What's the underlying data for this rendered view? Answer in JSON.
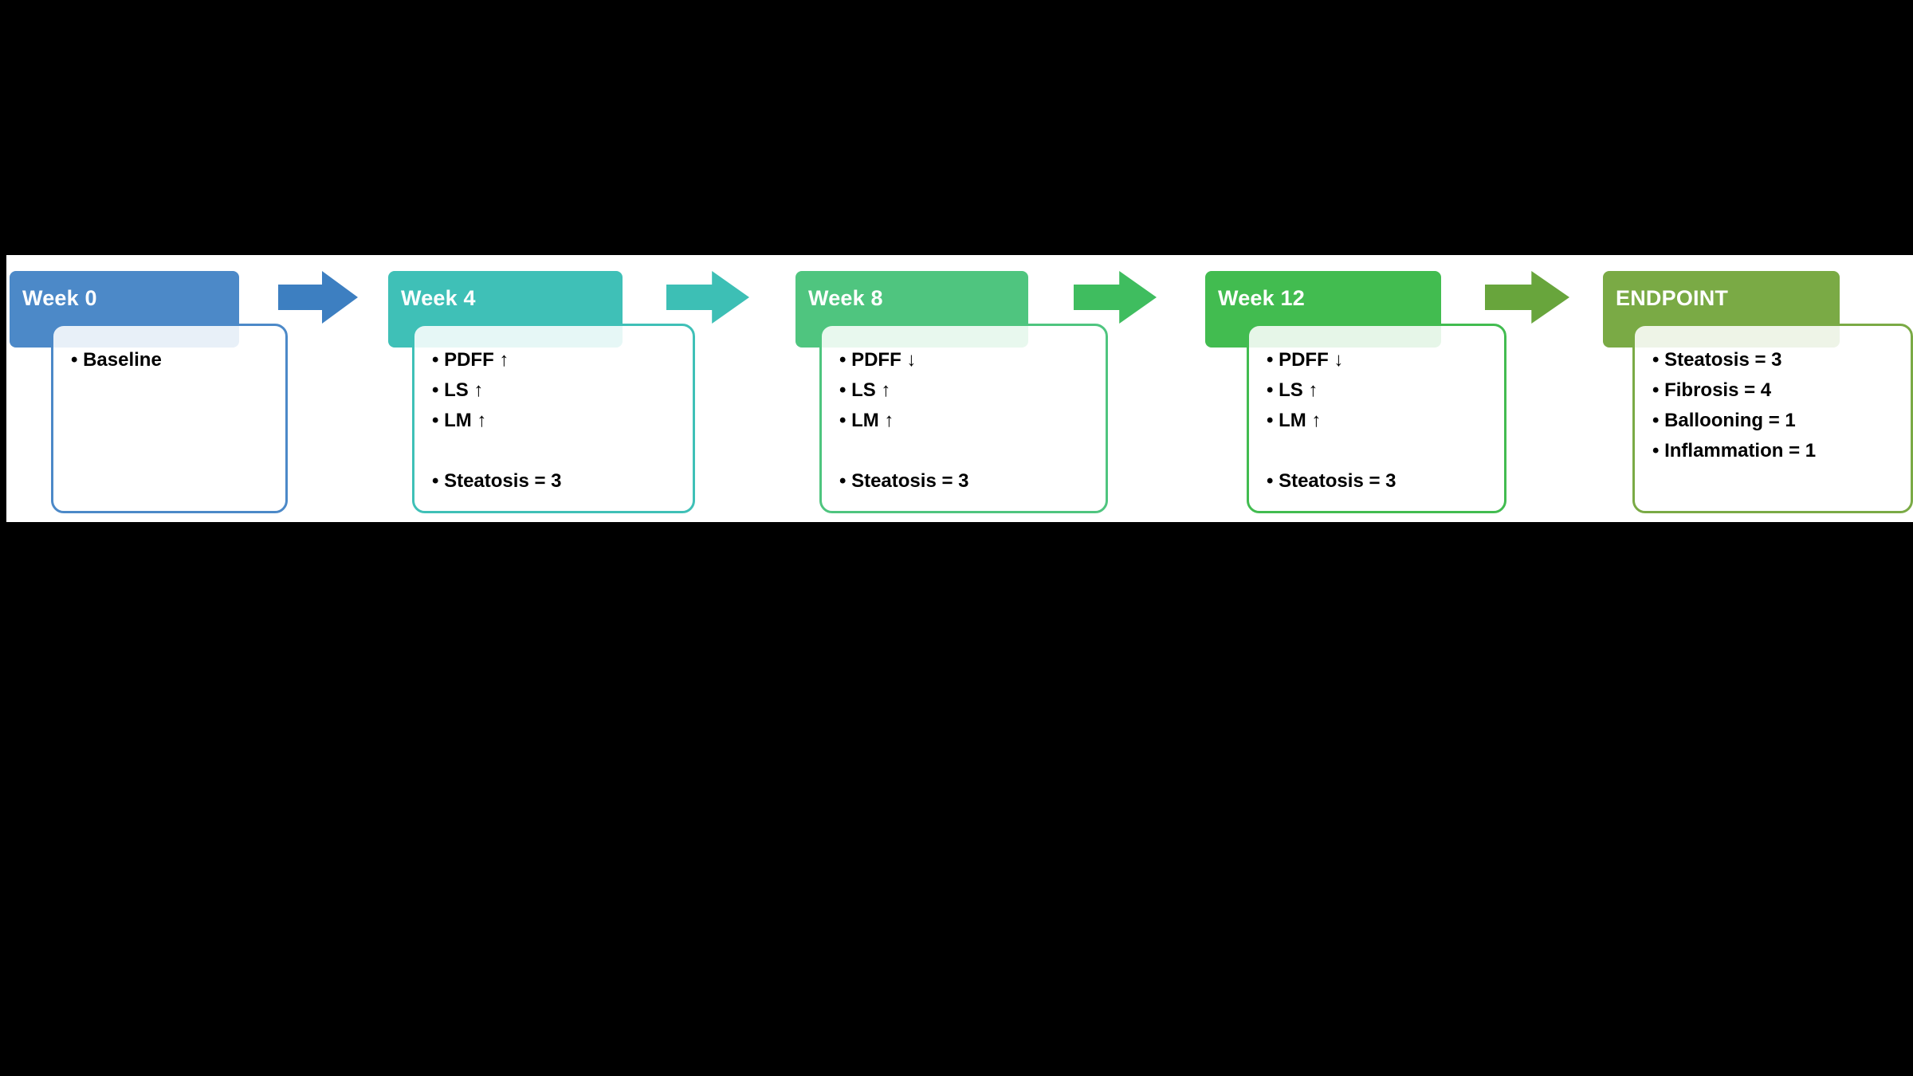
{
  "diagram": {
    "background_color": "#000000",
    "band_color": "#FFFFFF",
    "stages": [
      {
        "label": "Week 0",
        "color": "#4C89C8",
        "bullets": [
          "Baseline"
        ]
      },
      {
        "label": "Week 4",
        "color": "#3FC0B7",
        "bullets": [
          "PDFF ↑",
          "LS ↑",
          "LM ↑"
        ],
        "result": "Steatosis = 3"
      },
      {
        "label": "Week 8",
        "color": "#4FC57F",
        "bullets": [
          "PDFF ↓",
          "LS ↑",
          "LM ↑"
        ],
        "result": "Steatosis = 3"
      },
      {
        "label": "Week 12",
        "color": "#42BC50",
        "bullets": [
          "PDFF ↓",
          "LS ↑",
          "LM ↑"
        ],
        "result": "Steatosis = 3"
      },
      {
        "label": "ENDPOINT",
        "color": "#7AAA45",
        "bullets": [
          "Steatosis = 3",
          "Fibrosis = 4",
          "Ballooning = 1",
          "Inflammation = 1"
        ]
      }
    ],
    "arrows": [
      {
        "color": "#3D7FC1"
      },
      {
        "color": "#3DBFB5"
      },
      {
        "color": "#3FBD5F"
      },
      {
        "color": "#68A53C"
      }
    ]
  }
}
